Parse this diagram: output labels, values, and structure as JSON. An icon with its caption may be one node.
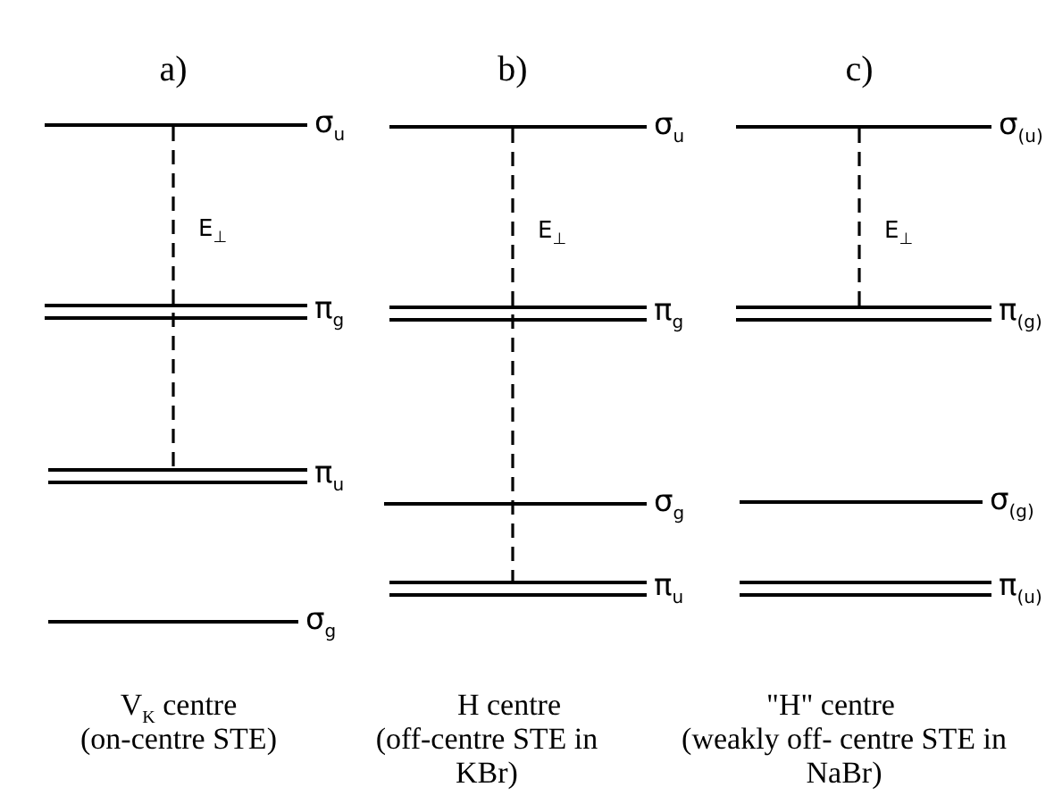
{
  "diagram": {
    "nodes": [
      {
        "text": [
          "σ$_{u}$"
        ]
      },
      {
        "text": [
          "π$_{g}$"
        ]
      },
      {
        "text": [
          "π$_{u}$"
        ]
      },
      {
        "text": [
          "σ$_{g}$"
        ]
      },
      {
        "text": [
          "σ$_{u}$"
        ]
      },
      {
        "text": [
          "π$_{g}$"
        ]
      },
      {
        "text": [
          "σ$_{g}$"
        ]
      },
      {
        "text": [
          "π$_{u}$"
        ]
      },
      {
        "text": [
          "σ$_{(u)}$"
        ]
      },
      {
        "text": [
          "π$_{(g)}$"
        ]
      },
      {
        "text": [
          "σ$_{(g)}$"
        ]
      },
      {
        "text": [
          "π$_{(u)}$"
        ]
      }
    ],
    "edges": [
      {
        "from": 0,
        "to": 2,
        "arrow": "none",
        "style": "dashed",
        "label": "E$_{⊥}$"
      },
      {
        "from": 4,
        "to": 7,
        "arrow": "none",
        "style": "dashed",
        "label": "E$_{⊥}$"
      },
      {
        "from": 8,
        "to": 9,
        "arrow": "none",
        "style": "dashed",
        "label": "E$_{⊥}$"
      }
    ],
    "labels": [
      "a)",
      "b)",
      "c)",
      "V$_{K}$ centre",
      "(on-centre STE)",
      "H centre",
      "(off-centre STE in KBr)",
      "\"H\" centre",
      "(weakly off- centre STE in NaBr)"
    ]
  }
}
